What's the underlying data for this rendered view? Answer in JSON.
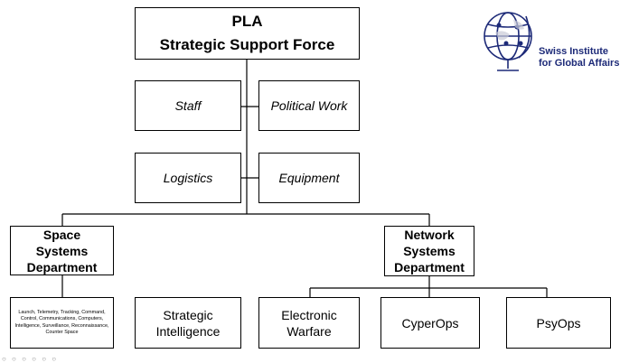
{
  "top": {
    "line1": "PLA",
    "line2": "Strategic Support Force"
  },
  "staff_boxes": {
    "staff": "Staff",
    "political_work": "Political Work",
    "logistics": "Logistics",
    "equipment": "Equipment"
  },
  "space": {
    "title": "Space Systems Department",
    "sub_detail": "Launch, Telemetry, Tracking, Command, Control, Communications, Computers, Intelligence, Surveillance, Reconnaissance, Counter Space"
  },
  "strategic_intel": {
    "line1": "Strategic",
    "line2": "Intelligence"
  },
  "network": {
    "line1": "Network",
    "line2": "Systems",
    "line3": "Department",
    "children": {
      "ew_line1": "Electronic",
      "ew_line2": "Warfare",
      "cyber": "CyperOps",
      "psy": "PsyOps"
    }
  },
  "logo": {
    "line1": "Swiss Institute",
    "line2": "for Global Affairs",
    "icon": "globe-icon",
    "color": "#1d2a78"
  },
  "footer": {
    "dots": "○ ○ ○ ○ ○ ○"
  }
}
